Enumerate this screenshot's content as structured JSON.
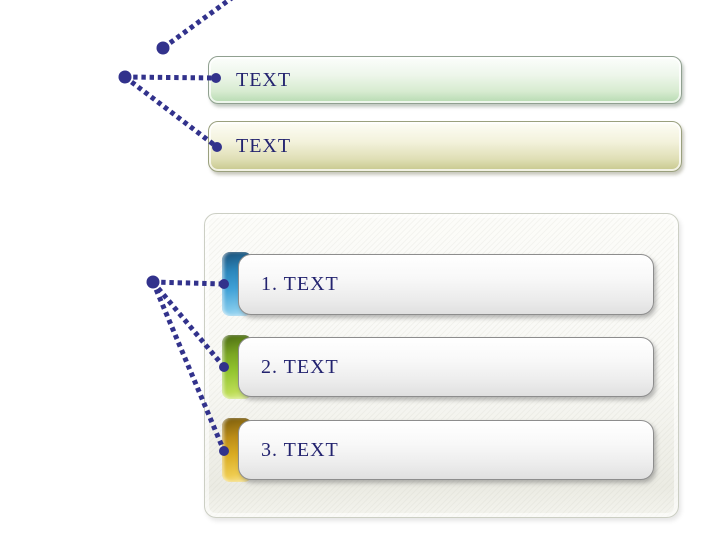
{
  "slide": {
    "background": "#ffffff",
    "description": "diagram slide with two callout boxes and a panel of three numbered items linked by dotted connectors"
  },
  "top_boxes": [
    {
      "label": "TEXT",
      "style": "green-gradient"
    },
    {
      "label": "TEXT",
      "style": "yellow-gradient"
    }
  ],
  "panel": {
    "items": [
      {
        "label": "1. TEXT",
        "tab_color_name": "blue",
        "tab_color": "#3fa0d6"
      },
      {
        "label": "2. TEXT",
        "tab_color_name": "green",
        "tab_color": "#93c52f"
      },
      {
        "label": "3. TEXT",
        "tab_color_name": "orange",
        "tab_color": "#d9ab22"
      }
    ]
  },
  "colors": {
    "connector": "#32328c",
    "label_text": "#23236f",
    "top_box_green_bottom": "#b5dab0",
    "top_box_yellow_bottom": "#c6c78c",
    "panel_background": "#f8f8f4",
    "card_border": "#8d8d8d"
  }
}
